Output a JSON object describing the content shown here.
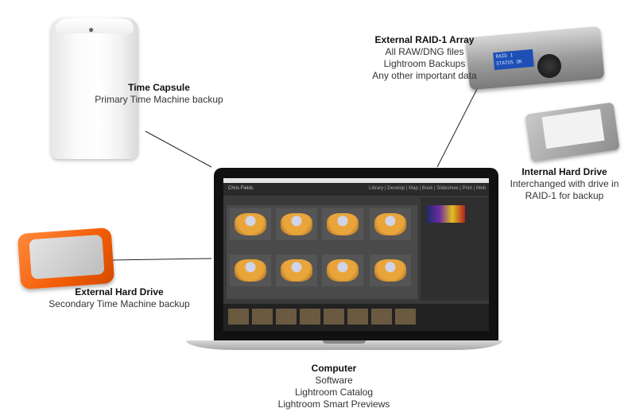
{
  "nodes": {
    "time_capsule": {
      "title": "Time Capsule",
      "lines": [
        "Primary Time Machine backup"
      ]
    },
    "raid": {
      "title": "External RAID-1 Array",
      "lines": [
        "All RAW/DNG files",
        "Lightroom Backups",
        "Any other important data"
      ]
    },
    "internal_hdd": {
      "title": "Internal Hard Drive",
      "lines": [
        "Interchanged with drive in",
        "RAID-1 for backup"
      ]
    },
    "external_hdd": {
      "title": "External Hard Drive",
      "lines": [
        "Secondary Time Machine backup"
      ]
    },
    "computer": {
      "title": "Computer",
      "lines": [
        "Software",
        "Lightroom Catalog",
        "Lightroom Smart Previews"
      ]
    }
  },
  "screen": {
    "brand": "Chris Fields",
    "modules": "Library | Develop | Map | Book | Slideshow | Print | Web",
    "lcd": "RAID 1 STATUS OK"
  },
  "colors": {
    "drive_orange": "#f25c05",
    "lcd_blue": "#1e4fb5"
  }
}
